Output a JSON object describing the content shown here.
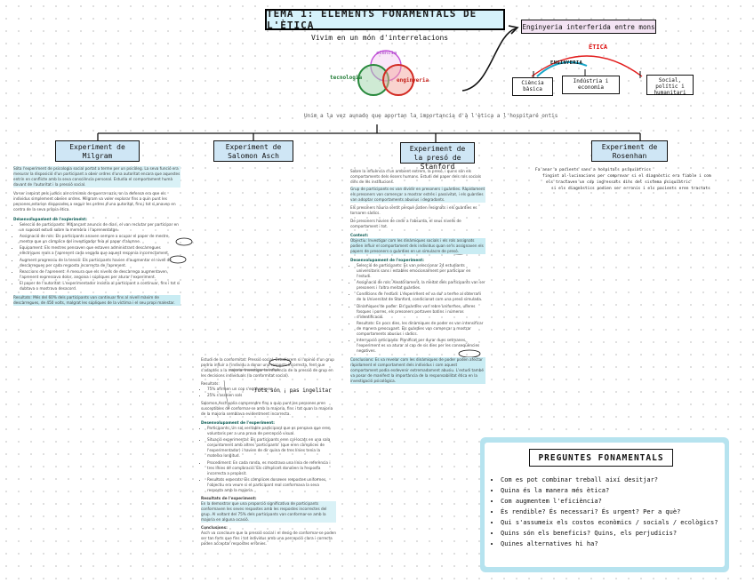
{
  "title": "TEMA 1: ELEMENTS FONAMENTALS DE L'ÈTICA",
  "subtitle": "Vivim en un món d'interrelacions",
  "venn": {
    "circle1": "ciència",
    "circle2": "tecnologia",
    "circle3": "enginyeria"
  },
  "principle": "Unim a la vez aunado que aportan la importancia d'à l'ètica a l'hospitaré ontis",
  "experiments": [
    {
      "title": "Experiment de Milgram"
    },
    {
      "title": "Experiment de Salomon Asch"
    },
    {
      "title": "Experiment de la presó de Stanford"
    },
    {
      "title": "Experiment de Rosenhan"
    }
  ],
  "milgram": {
    "intro": "Sóta l'experiment de psicologia social portat a terme per un psicòleg. La seva funció era mesurar la disposició d'un participant a obeir ordres d'una autoritat encara que aquestes entrin en conflicte amb la seva consciència personal. Estudia el comportament humà davant de l'autoritat i la pressió social.",
    "p2": "Va ser inspirat pels judicis als criminals de guerra nazis, on la defensa era que els individus simplement obeïen ordres. Milgram va voler explorar fins a quin punt les persones estarien disposades a seguir les ordres d'una autoritat, fins i tot si anaven en contra de la seva pròpia ètica.",
    "dev_heading": "Desenvolupament de l'experiment:",
    "dev": [
      "Selecció de participants: Mitjançant anuncis de diari, el van reclutar per participar en un suposat estudi sobre la memòria i l'aprenentatge.",
      "Assignació de rols: Els participants anaven sempre a ocupar el paper de mestre, mentre que un còmplice del investigador feia el paper d'alumne.",
      "Equipament: Els mestres pensaven que estaven administrant descàrregues elèctriques reals a l'aprenent cada vegada que aquest responia incorrectament.",
      "Augment progressiu de la tensió: Els participants havien d'augmentar el nivell de descàrregues per cada resposta incorrecta de l'aprenent.",
      "Reaccions de l'aprenent: A mesura que els nivells de descàrrega augmentaven, l'aprenent expressava dolor, angoixa i súpliques per aturar l'experiment.",
      "El paper de l'autoritat: L'experimentador insistia al participant a continuar, fins i tot si dubtava o mostrava desacord."
    ],
    "results": "Resultats: Més del 60% dels participants van continuar fins al nivell màxim de descàrregues, de 450 volts, malgrat les súpliques de la víctima i el seu propi malestar."
  },
  "asch": {
    "intro": "Estudi de la conformitat: Pressió social. Estudiarem si l'opinió d'un grup podria influir a l'individu a donar una resposta incorrecta, fent que s'adaptés a la majoria. Investigar la influència de la pressió de grup en les decisions individuals (la conformitat social).",
    "results_label": "Resultats:",
    "results": [
      "75% afirmen un cop s'equivocaven",
      "25% s'asseien sols"
    ],
    "hand_note": "Tots són ¡ pas ingelitar",
    "p2": "Salomon Asch volia comprendre fins a quin punt les persones eren susceptibles de conformar-se amb la majoria, fins i tot quan la majoria de la majoria semblava evidentment incorrecta.",
    "dev_heading": "Desenvolupament de l'experiment:",
    "dev": [
      "Participants: Un sol veritable participant que es pensava que eren voluntaris per a una prova de percepció visual.",
      "Situació experimental: Els participants eren col·locats en una sala conjuntament amb altres 'participants' (que eren còmplices de l'experimentador) i havien de dir quina de tres línies tenia la mateixa longitud.",
      "Procediment: En cada ronda, es mostrava una línia de referència i tres línies de comparació. Els còmplices donaven la resposta incorrecta a propòsit.",
      "Resultats esperats: Els còmplices donaven respostes uniformes, l'objectiu era veure si el participant real conformava la seva resposta amb la majoria."
    ],
    "findings_label": "Resultats de l'experiment:",
    "findings": "En la demostrar que una proporció significativa de participants conformaven les seves respostes amb les respostes incorrectes del grup. Al voltant del 75% dels participants van conformar-se amb la majoria en alguna ocasió.",
    "conclusions_label": "Conclusions:",
    "conclusions": "Asch va concloure que la pressió social i el desig de conformar-se poden ser tan forts que fins i tot individus amb una percepció clara i correcta poden acceptar respostes errònies."
  },
  "stanford": {
    "intro": "Sobre la influència d'un ambient extrem, la presó, i quins són els comportaments dels éssers humans. Estudi del paper dels rols socials dins de les institucions.",
    "p_highlight": "Grup de participants es van dividir en presoners i guàrdies. Ràpidament els presoners van començar a mostrar estrès i passivitat, i els guàrdies van adoptar comportaments abusius i degradants.",
    "p2": "Els presoners hauria sentit perquè patien resignats i els guàrdies es tornaren sàdics.",
    "p3": "De presoners havien de cedir a l'absurda, el seus nivells de comportament i tot.",
    "context_label": "Context:",
    "context": "Objectiu: Investigar com les dinàmiques socials i els rols assignats podien influir el comportament dels individus quan se'ls assignaven els papers de presoners o guàrdies en un simulacre de presó.",
    "dev_heading": "Desenvolupament de l'experiment:",
    "dev": [
      "Selecció de participants: Es van seleccionar 24 estudiants universitaris sans i estables emocionalment per participar en l'estudi.",
      "Assignació de rols: Aleatòriament, la meitat dels participants van ser presoners i l'altra meitat guàrdies.",
      "Condicions de l'estudi: L'experiment es va dur a terme al soterrani de la Universitat de Stanford, condicionat com una presó simulada.",
      "Dinàmiques de poder: Els guàrdies van rebre uniformes, ulleres fosques i porres, els presoners portaven batins i números d'identificació.",
      "Resultats: En pocs dies, les dinàmiques de poder es van intensificar de manera preocupant. Els guàrdies van començar a mostrar comportaments abusius i sàdics.",
      "Interrupció anticipada: Planificat per durar dues setmanes, l'experiment es va aturar al cap de sis dies per les conseqüències negatives."
    ],
    "conclusions": "Conclusions: Es va revelar com les dinàmiques de poder poden afectar ràpidament el comportament dels individus i com aquest comportament podia esdevenir extremadament abusiu. L'estudi també va posar de manifest la importància de la responsabilitat ètica en la investigació psicològica."
  },
  "rosenhan": {
    "lines": [
      "Fa anar a pacients sans a hospitals psiquiàtrics",
      "fingint al·lucinacions per comprovar si el diagnòstic era fiable i com",
      "els tractaven un cop ingressats dins del sistema psiquiàtric",
      "si els diagnòstics podien ser erronis i els pacients eren tractats"
    ]
  },
  "engineering": {
    "box": "Enginyeria interferida entre mons",
    "etica": "ÈTICA",
    "eng_label": "ENGINYERIA",
    "categories": [
      "Ciència bàsica",
      "Indústria i economia",
      "Social, polític i humanitari"
    ]
  },
  "preguntes": {
    "title": "PREGUNTES FONAMENTALS",
    "items": [
      "Com es pot combinar treball així desitjar?",
      "Quina és la manera més ètica?",
      "Com augmentem l'eficiència?",
      "És rendible? És necessari? És urgent? Per a què?",
      "Qui s'assumeix els costos econòmics / socials / ecològics?",
      "Quins són els beneficis? Quins, els perjudicis?",
      "Quines alternatives hi ha?"
    ]
  },
  "colors": {
    "accent_blue": "#cfe6f5",
    "eng_box": "#f3e3f3",
    "preguntes_border": "#b6e3ef",
    "etica_red": "#dd1111"
  }
}
